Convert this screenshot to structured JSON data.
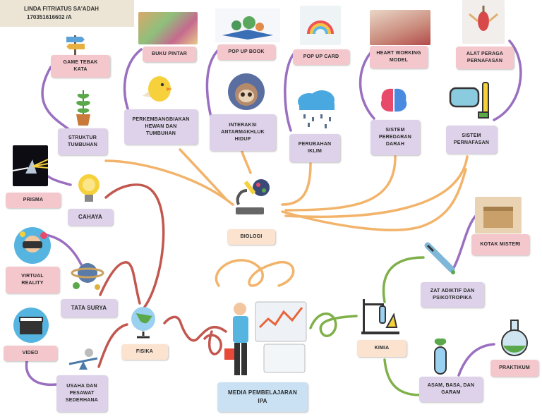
{
  "header": {
    "name": "LINDA FITRIATUS SA'ADAH",
    "id": "170351616602 /A"
  },
  "center": {
    "label": "MEDIA PEMBELAJARAN\nIPA"
  },
  "hubs": {
    "biologi": "BIOLOGI",
    "fisika": "FISIKA",
    "kimia": "KIMIA"
  },
  "biologi": {
    "struktur": "STRUKTUR\nTUMBUHAN",
    "game": "GAME TEBAK\nKATA",
    "perkembangbiakan": "PERKEMBANGBIAKAN\nHEWAN DAN\nTUMBUHAN",
    "buku": "BUKU PINTAR",
    "interaksi": "INTERAKSI\nANTARMAKHLUK\nHIDUP",
    "popupbook": "POP UP BOOK",
    "perubahan": "PERUBAHAN\nIKLIM",
    "popupcard": "POP UP CARD",
    "peredaran": "SISTEM\nPEREDARAN\nDARAH",
    "heart": "HEART WORKING\nMODEL",
    "pernafasan": "SISTEM\nPERNAFASAN",
    "alat": "ALAT PERAGA\nPERNAFASAN"
  },
  "fisika": {
    "cahaya": "CAHAYA",
    "prisma": "PRISMA",
    "tatasurya": "TATA SURYA",
    "vr": "VIRTUAL\nREALITY",
    "usaha": "USAHA DAN\nPESAWAT\nSEDERHANA",
    "video": "VIDEO"
  },
  "kimia": {
    "zat": "ZAT ADIKTIF DAN\nPSIKOTROPIKA",
    "kotak": "KOTAK MISTERI",
    "asam": "ASAM, BASA, DAN\nGARAM",
    "praktikum": "PRAKTIKUM"
  },
  "colors": {
    "biologi_link": "#f2b36a",
    "biologi_sub": "#9a6fc0",
    "fisika_link": "#c2574f",
    "fisika_sub": "#9a6fc0",
    "kimia_link": "#7fb04a"
  }
}
